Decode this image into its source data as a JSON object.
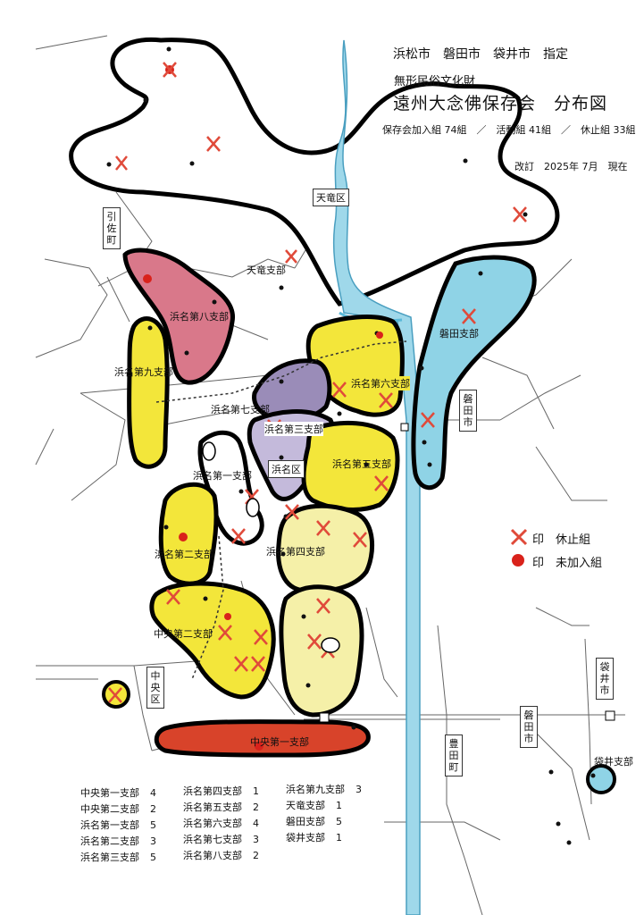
{
  "header": {
    "cities": "浜松市　磐田市　袋井市　指定",
    "subtitle": "無形民俗文化財",
    "title": "遠州大念佛保存会　分布図",
    "stats": "保存会加入組 74組　／　活動組 41組　／　休止組 33組",
    "revised": "改訂　2025年 7月　現在"
  },
  "legend": {
    "suspended_symbol": "✕",
    "suspended_label": "印　休止組",
    "unjoined_label": "印　未加入組"
  },
  "map_labels": {
    "tenryu_ku": "天竜区",
    "hikisa_cho": "引佐町",
    "tenryu_shibu": "天竜支部",
    "hamana8": "浜名第八支部",
    "hamana9": "浜名第九支部",
    "hamana7": "浜名第七支部",
    "hamana6": "浜名第六支部",
    "hamana3": "浜名第三支部",
    "hamana1": "浜名第一支部",
    "hamana5": "浜名第五支部",
    "hamana_ku": "浜名区",
    "hamana2": "浜名第二支部",
    "hamana4": "浜名第四支部",
    "chuo2": "中央第二支部",
    "chuo1": "中央第一支部",
    "chuo_ku": "中央区",
    "iwata_shibu": "磐田支部",
    "iwata_shi": "磐田市",
    "iwata_shi2": "磐田市",
    "toyoda_cho": "豊田町",
    "fukuroi_shi": "袋井市",
    "fukuroi_shibu": "袋井支部"
  },
  "counts": [
    {
      "name": "中央第一支部",
      "count": "4"
    },
    {
      "name": "中央第二支部",
      "count": "2"
    },
    {
      "name": "浜名第一支部",
      "count": "5"
    },
    {
      "name": "浜名第二支部",
      "count": "3"
    },
    {
      "name": "浜名第三支部",
      "count": "5"
    },
    {
      "name": "浜名第四支部",
      "count": "1"
    },
    {
      "name": "浜名第五支部",
      "count": "2"
    },
    {
      "name": "浜名第六支部",
      "count": "4"
    },
    {
      "name": "浜名第七支部",
      "count": "3"
    },
    {
      "name": "浜名第八支部",
      "count": "2"
    },
    {
      "name": "浜名第九支部",
      "count": "3"
    },
    {
      "name": "天竜支部",
      "count": "1"
    },
    {
      "name": "磐田支部",
      "count": "5"
    },
    {
      "name": "袋井支部",
      "count": "1"
    }
  ],
  "colors": {
    "yellow_region": "#f3e63a",
    "pale_yellow_region": "#f5f0a8",
    "pink_region": "#d9788a",
    "purple_region": "#9a8cb8",
    "red_region": "#d8432a",
    "blue_region": "#8fd3e6",
    "river": "#5ab8d8",
    "suspended_mark": "#e04a3a",
    "unjoined_mark": "#d9221b"
  }
}
